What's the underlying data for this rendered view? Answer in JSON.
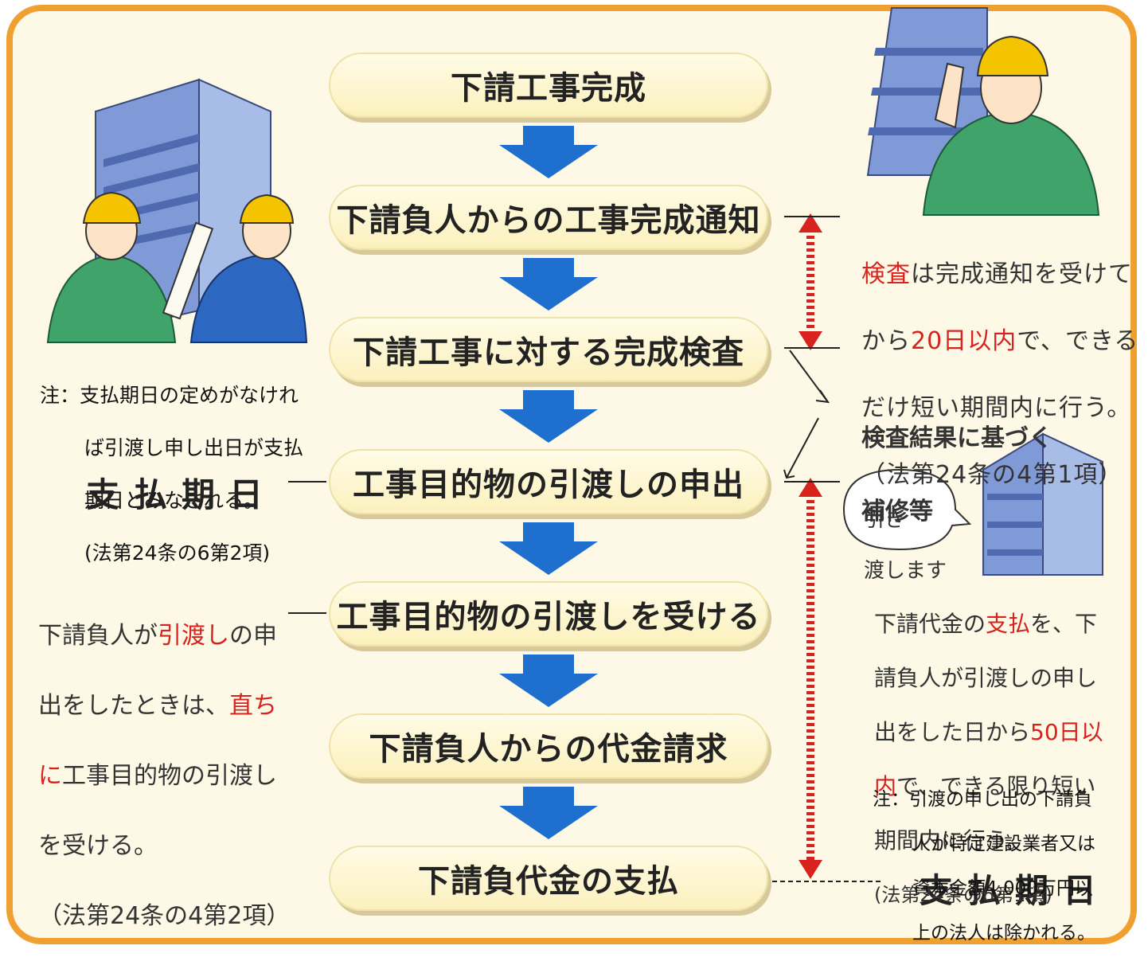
{
  "flow_steps": [
    {
      "label": "下請工事完成"
    },
    {
      "label": "下請負人からの工事完成通知"
    },
    {
      "label": "下請工事に対する完成検査"
    },
    {
      "label": "工事目的物の引渡しの申出"
    },
    {
      "label": "工事目的物の引渡しを受ける"
    },
    {
      "label": "下請負人からの代金請求"
    },
    {
      "label": "下請負代金の支払"
    }
  ],
  "right_inspection": {
    "line1_red": "検査",
    "line1_rest": "は完成通知を受けて",
    "line2_pre": "から",
    "line2_red": "20日以内",
    "line2_post": "で、できる",
    "line3": "だけ短い期間内に行う。",
    "line4": "（法第24条の4第1項）"
  },
  "repair": {
    "line1": "検査結果に基づく",
    "line2": "補修等"
  },
  "speech_bubble": {
    "line1": "引き",
    "line2": "渡します"
  },
  "left_note": {
    "line1": "注：支払期日の定めがなけれ",
    "line2": "ば引渡し申し出日が支払",
    "line3": "期日とみなされる。",
    "line4": "(法第24条の6第2項)"
  },
  "payment_due_label_left": "支払期日",
  "payment_due_label_right": "支払期日",
  "left_handover": {
    "l1_pre": "下請負人が",
    "l1_red": "引渡し",
    "l1_post": "の申",
    "l2_pre": "出をしたときは、",
    "l2_red": "直ち",
    "l3_red": "に",
    "l3_post": "工事目的物の引渡し",
    "l4": "を受ける。",
    "l5": "（法第24条の4第2項）"
  },
  "right_payment": {
    "l1_pre": "下請代金の",
    "l1_red": "支払",
    "l1_post": "を、下",
    "l2": "請負人が引渡しの申し",
    "l3_pre": "出をした日から",
    "l3_red": "50日以",
    "l4_red": "内",
    "l4_post": "で、できる限り短い",
    "l5": "期間内に行う。",
    "l6": "(法第24条の6第1項)"
  },
  "right_exception_note": {
    "line1": "注：引渡の申し出の下請負",
    "line2": "人が特定建設業者又は",
    "line3": "資本金額4,000万円以",
    "line4": "上の法人は除かれる。"
  },
  "colors": {
    "frame": "#f0a030",
    "arrow_blue": "#1f6fcf",
    "red": "#d8221e",
    "pill": "#fbf0bc",
    "building": "#6f8fd0",
    "jacket": "#3fa36a",
    "helmet": "#f5c400"
  }
}
